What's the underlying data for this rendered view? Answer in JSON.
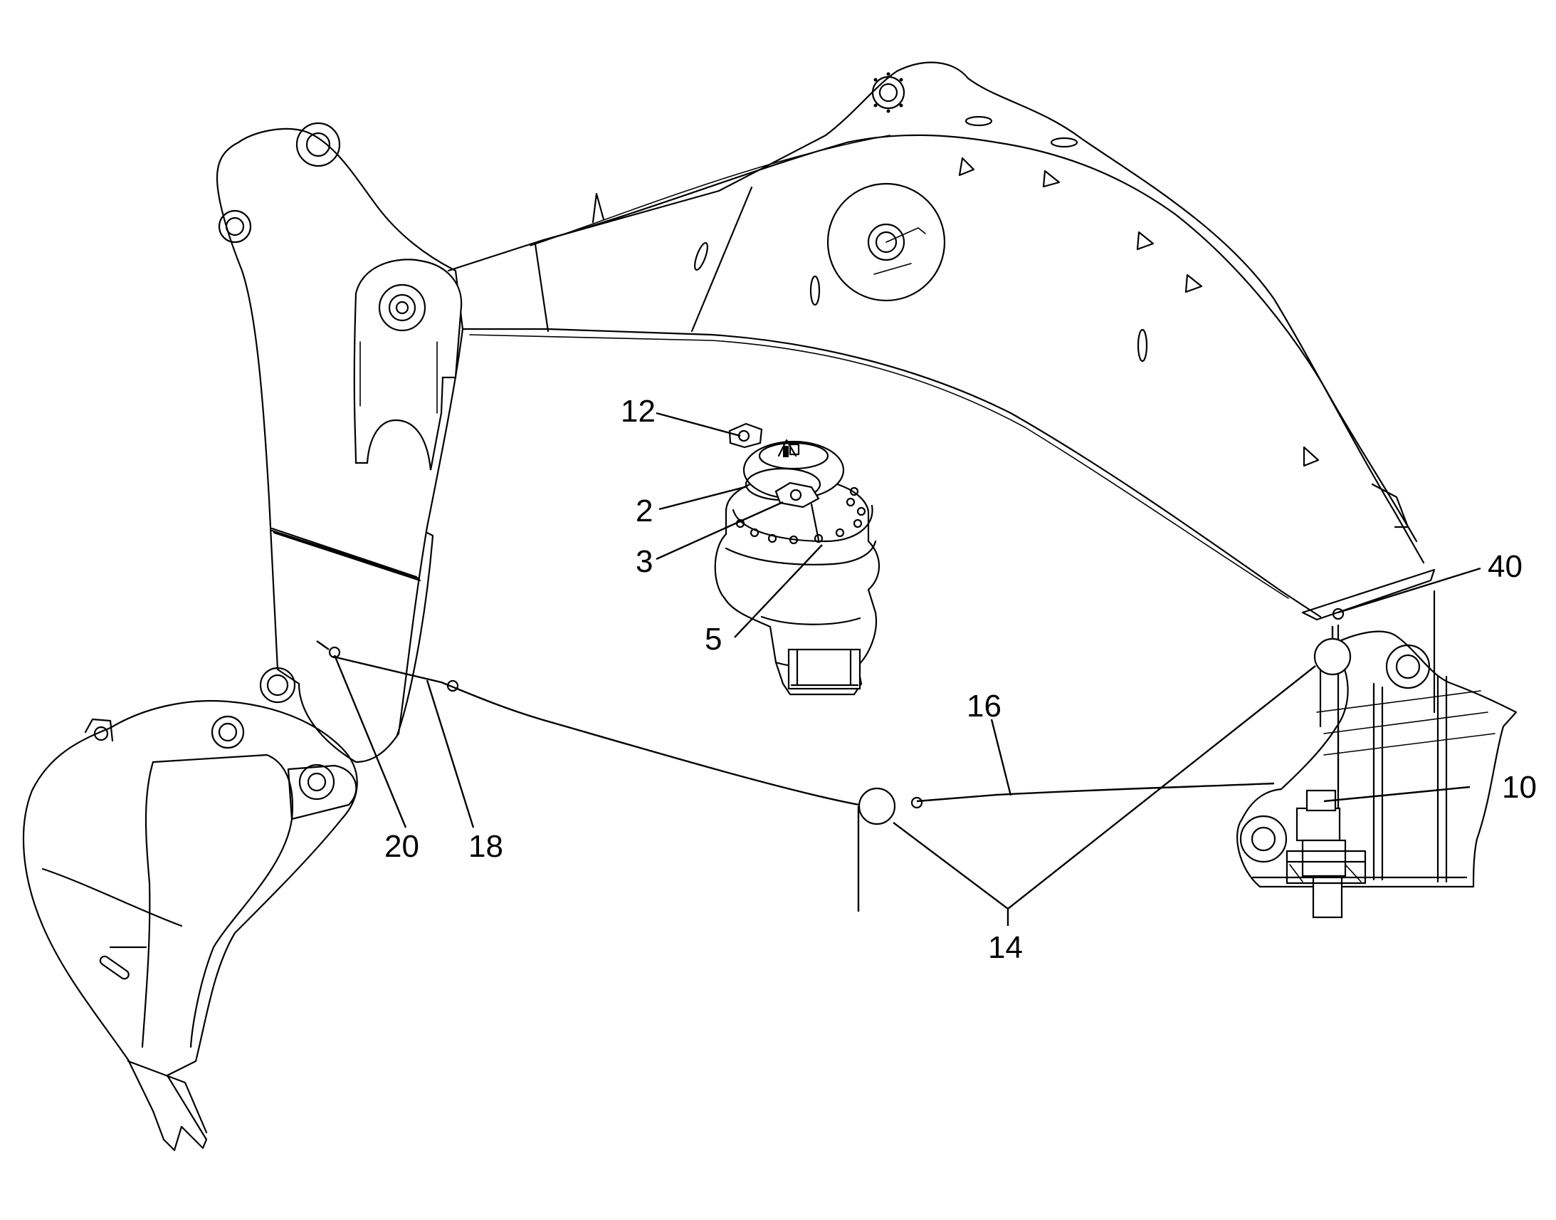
{
  "callouts": {
    "c12": "12",
    "c2": "2",
    "c3": "3",
    "c5": "5",
    "c40": "40",
    "c16": "16",
    "c10": "10",
    "c20": "20",
    "c18": "18",
    "c14": "14"
  },
  "colors": {
    "line": "#000000",
    "background": "#ffffff"
  }
}
